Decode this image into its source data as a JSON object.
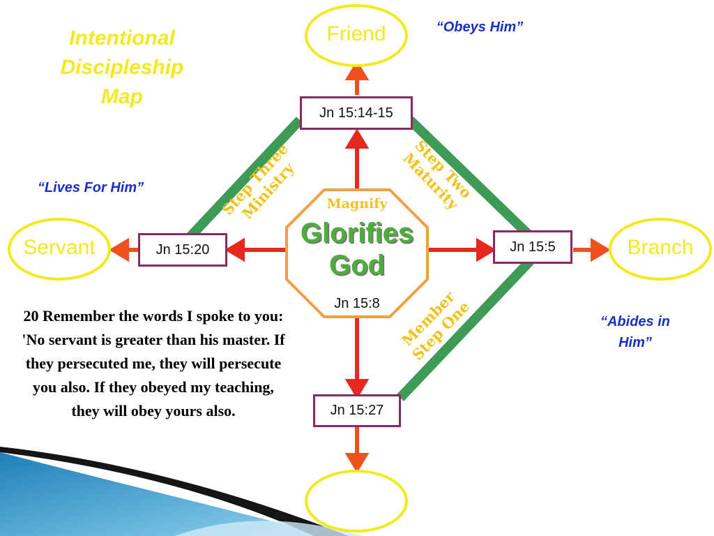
{
  "title": [
    "Intentional",
    "Discipleship",
    "Map"
  ],
  "quotes": {
    "obeys": "“Obeys Him”",
    "lives": "“Lives For Him”",
    "abides_line1": "“Abides in",
    "abides_line2": "Him”"
  },
  "nodes": {
    "top": "Friend",
    "left": "Servant",
    "right": "Branch",
    "bottom": ""
  },
  "refs": {
    "top": "Jn 15:14-15",
    "left": "Jn 15:20",
    "right": "Jn 15:5",
    "bottom": "Jn 15:27"
  },
  "center": {
    "magnify": "Magnify",
    "line1": "Glorifies",
    "line2": "God",
    "ref": "Jn 15:8"
  },
  "steps": {
    "three": [
      "Step Three",
      "Ministry"
    ],
    "two": [
      "Step Two",
      "Maturity"
    ],
    "one": [
      "Member",
      "Step One"
    ]
  },
  "verse": "20 Remember the words I spoke to you: 'No servant is greater than his master. If they persecuted me, they will persecute you also. If they obeyed my teaching, they will obey yours also.",
  "colors": {
    "accent_yellow": "#f2ea1c",
    "diamond_green": "#3e9b57",
    "arrow_red": "#e8281e",
    "arrow_orange": "#f0501e",
    "box_border": "#8b2a62",
    "octagon_border": "#f0a040",
    "quote_blue": "#1a2fc4",
    "center_green": "#4caf3a"
  }
}
